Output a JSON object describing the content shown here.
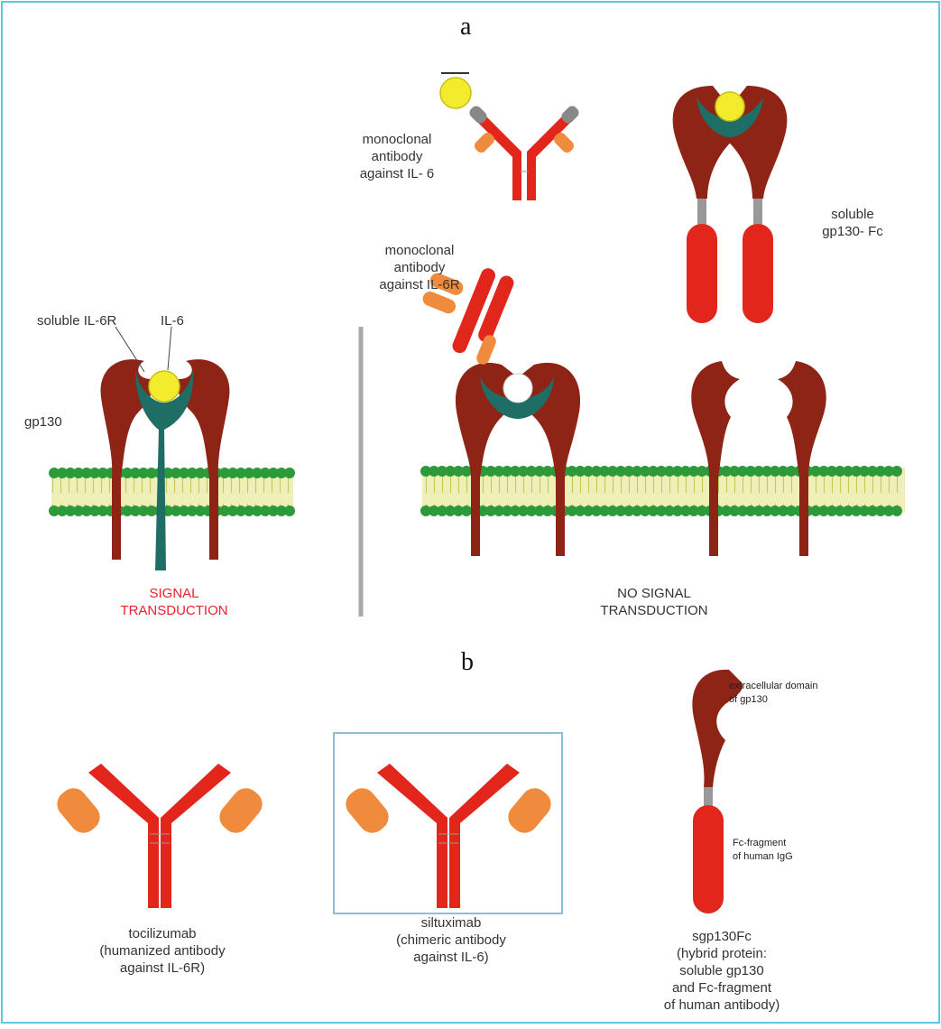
{
  "panels": {
    "a": "a",
    "b": "b"
  },
  "labels": {
    "mab_il6": [
      "monoclonal",
      "antibody",
      "against IL- 6"
    ],
    "sgp130fc_top": [
      "soluble",
      "gp130- Fc"
    ],
    "mab_il6r": [
      "monoclonal",
      "antibody",
      "against IL-6R"
    ],
    "soluble_il6r": "soluble IL-6R",
    "il6": "IL-6",
    "gp130": "gp130",
    "signal": [
      "SIGNAL",
      "TRANSDUCTION"
    ],
    "no_signal": [
      "NO SIGNAL",
      "TRANSDUCTION"
    ],
    "extracellular": [
      "extracellular domain",
      "of gp130"
    ],
    "fc_fragment": [
      "Fc-fragment",
      "of human IgG"
    ],
    "tocilizumab": [
      "tocilizumab",
      "(humanized antibody",
      "against IL-6R)"
    ],
    "siltuximab": [
      "siltuximab",
      "(chimeric antibody",
      "against IL-6)"
    ],
    "sgp130fc": [
      "sgp130Fc",
      "(hybrid protein:",
      "soluble gp130",
      "and Fc-fragment",
      "of human antibody)"
    ]
  },
  "colors": {
    "gp130": "#8e2416",
    "il6r": "#1f6e66",
    "il6": "#f2ec2c",
    "antibody_heavy": "#e2261c",
    "antibody_light": "#f08a3c",
    "membrane": "#2d9a3a",
    "signal_text": "#e8212a",
    "frame": "#5ec8e6"
  }
}
